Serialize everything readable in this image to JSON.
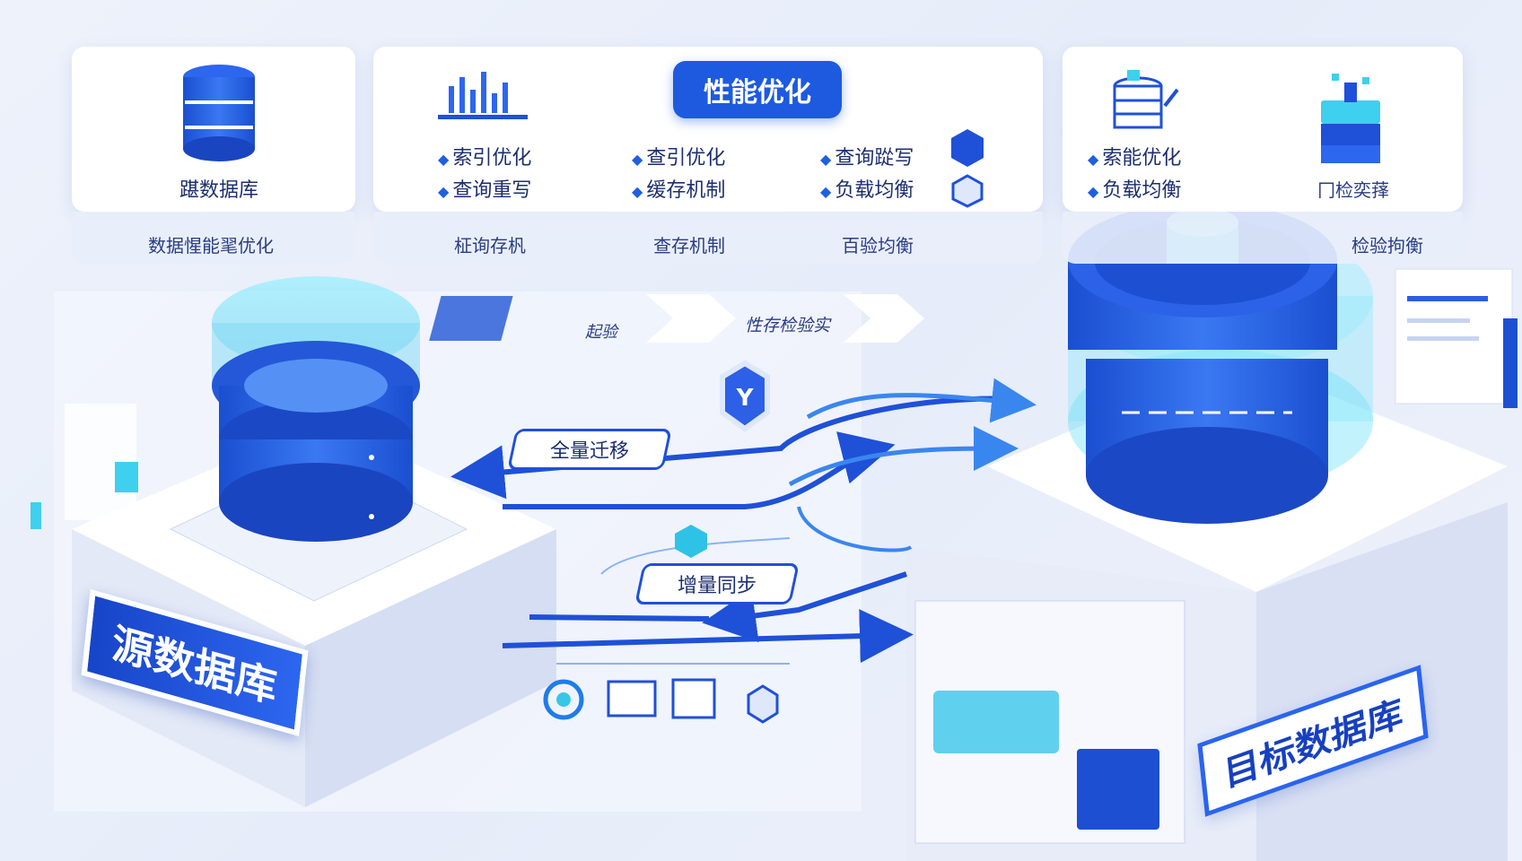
{
  "top_left": {
    "label": "踸数据库",
    "sub_label": "数据惺能毣优化"
  },
  "top_center": {
    "chip": "性能优化",
    "items": [
      "索引优化",
      "查引优化",
      "查询踨写",
      "查询重写",
      "缓存机制",
      "负载均衡"
    ],
    "sub_labels": [
      "柾询存杋",
      "查存机制",
      "百验均衡"
    ]
  },
  "top_right": {
    "items": [
      "索能优化",
      "负载均衡"
    ],
    "right_label": "冂检奕萚",
    "sub_label": "检验拘衡"
  },
  "flow_tags": [
    "起验",
    "性存检验实"
  ],
  "arrow_labels": {
    "full": "全量迁移",
    "incremental": "增量同步"
  },
  "source_db_label": "源数据库",
  "target_db_label": "目标数据库",
  "colors": {
    "primary": "#1f50d8",
    "accent": "#35c6e8",
    "background": "#eef2fb"
  }
}
